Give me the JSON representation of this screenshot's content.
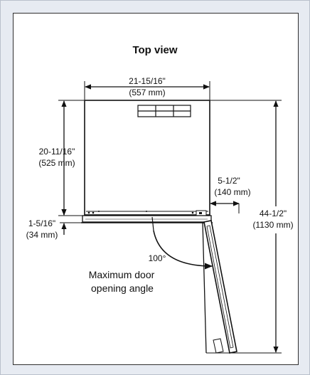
{
  "title": "Top view",
  "width": {
    "imperial": "21-15/16\"",
    "metric": "(557 mm)"
  },
  "depth": {
    "imperial": "20-11/16\"",
    "metric": "(525 mm)"
  },
  "door_thickness": {
    "imperial": "1-5/16\"",
    "metric": "(34 mm)"
  },
  "side_clearance": {
    "imperial": "5-1/2\"",
    "metric": "(140 mm)"
  },
  "total_depth": {
    "imperial": "44-1/2\"",
    "metric": "(1130 mm)"
  },
  "door_angle": "100°",
  "door_note": {
    "line1": "Maximum door",
    "line2": "opening angle"
  },
  "colors": {
    "background": "#e7ebf2",
    "panel": "#ffffff",
    "line": "#111111"
  }
}
